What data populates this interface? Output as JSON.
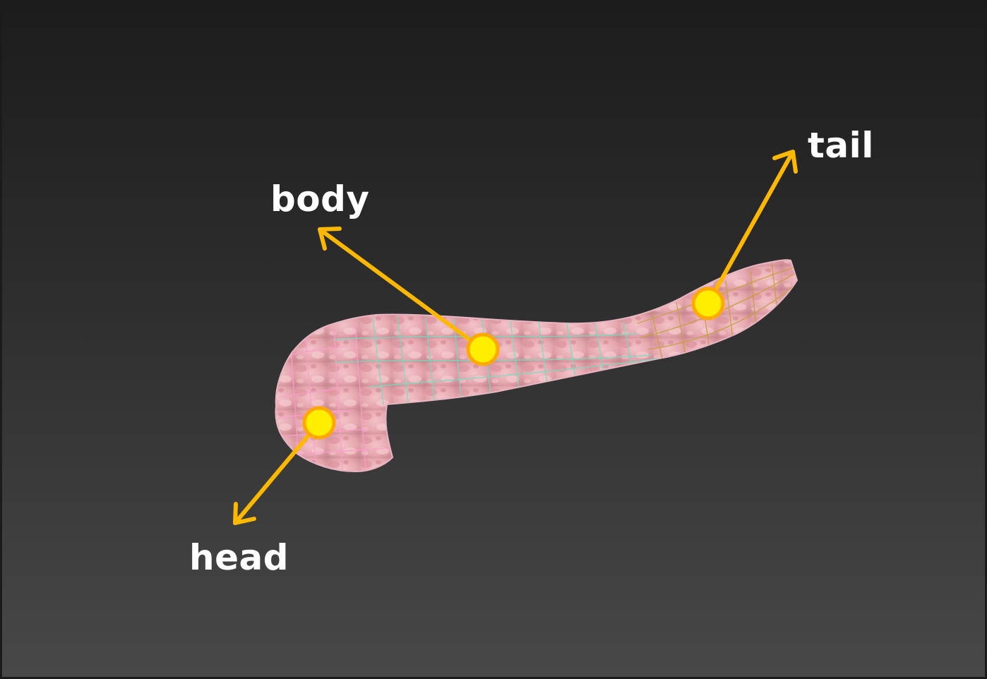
{
  "diagram": {
    "labels": {
      "head": "head",
      "body": "body",
      "tail": "tail"
    },
    "colors": {
      "background_top": "#1c1c1c",
      "background_bottom": "#484848",
      "arrow": "#ffb800",
      "marker_fill": "#ffee00",
      "marker_stroke": "#ffa800",
      "tissue": "#e8a8b0",
      "mesh_head": "#ff9ccf",
      "mesh_body": "#6ee0c0",
      "mesh_tail": "#c8a040",
      "label_text": "#ffffff"
    },
    "regions": [
      "head",
      "body",
      "tail"
    ]
  }
}
